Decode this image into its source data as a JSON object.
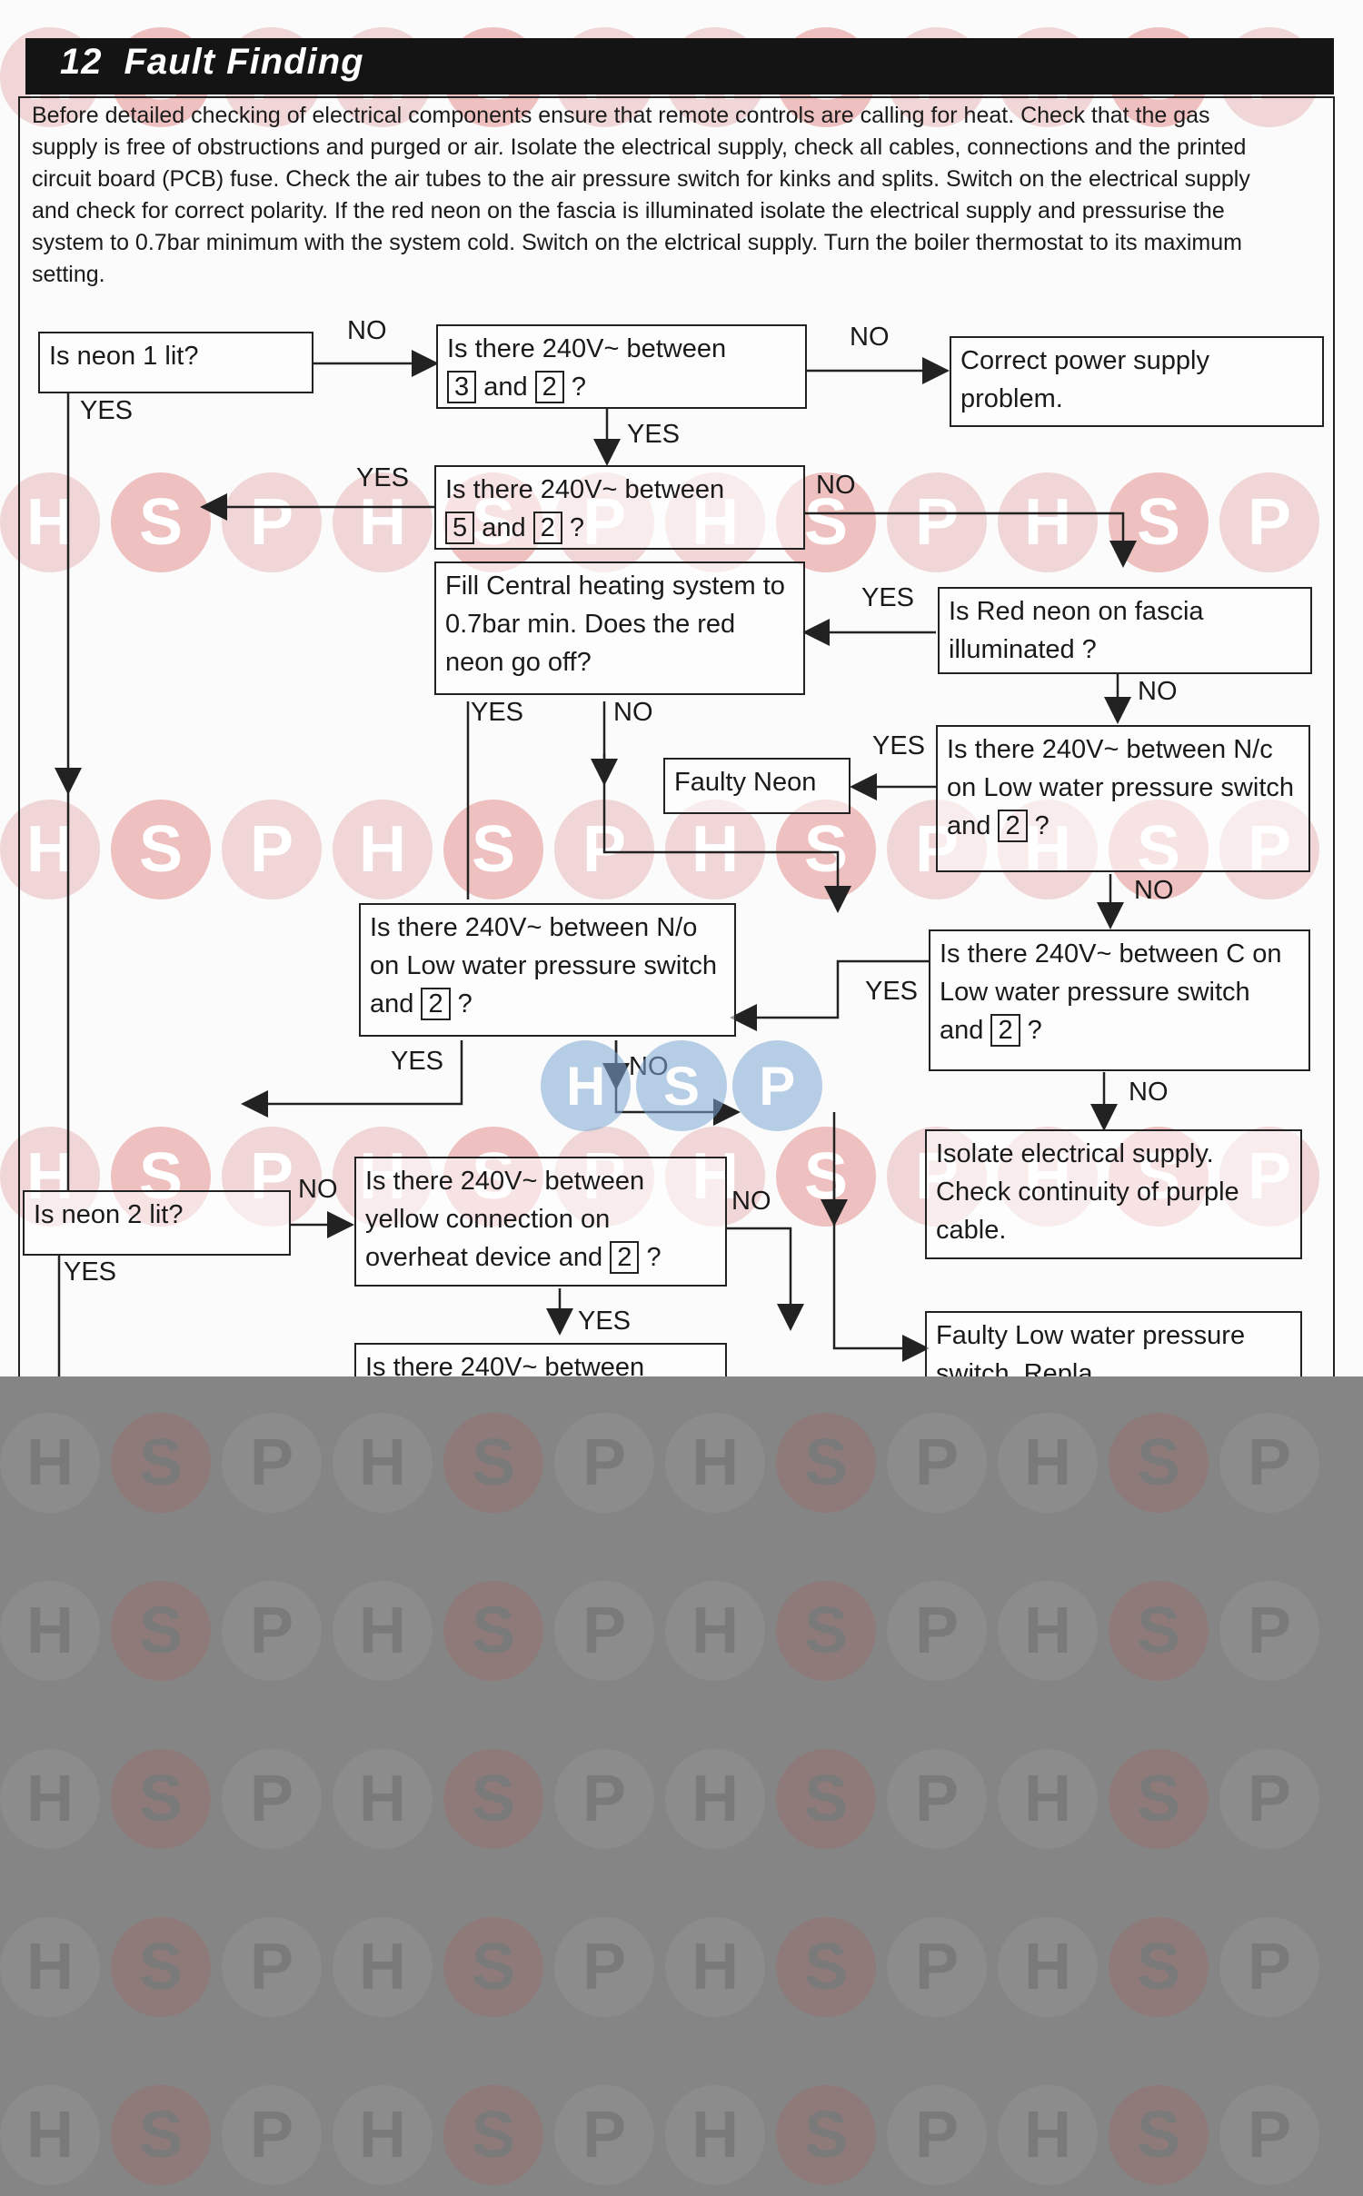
{
  "header": {
    "number": "12",
    "title": "Fault Finding"
  },
  "intro": "Before detailed checking of electrical components ensure that remote controls are calling for heat. Check that the gas supply is free of obstructions and purged or air. Isolate the electrical supply, check all cables, connections and the printed circuit board (PCB) fuse. Check the air tubes to the air pressure switch for kinks and splits. Switch on the electrical supply and check for correct polarity. If the red neon on the fascia is illuminated isolate the electrical supply and pressurise the system to 0.7bar minimum with the system cold. Switch on the elctrical supply. Turn the boiler thermostat to its maximum setting.",
  "watermark": {
    "h": "H",
    "s": "S",
    "p": "P"
  },
  "nodes": {
    "neon1": "Is neon 1 lit?",
    "v32_a": "Is there 240V~ between",
    "v32_n1": "3",
    "v32_and": "and",
    "v32_n2": "2",
    "v32_q": "?",
    "power": "Correct power supply problem.",
    "v52_a": "Is there 240V~ between",
    "v52_n1": "5",
    "v52_and": "and",
    "v52_n2": "2",
    "v52_q": "?",
    "fill": "Fill Central heating system to 0.7bar min. Does the red neon go off?",
    "redneon": "Is Red neon on fascia illuminated ?",
    "faultyneon": "Faulty Neon",
    "nc_a": "Is there 240V~ between N/c on Low water pressure switch and",
    "nc_n": "2",
    "nc_q": "?",
    "no_a": "Is there 240V~ between N/o on Low water pressure switch and",
    "no_n": "2",
    "no_q": "?",
    "c_a": "Is there 240V~ between C on Low water pressure switch and",
    "c_n": "2",
    "c_q": "?",
    "isolate": "Isolate electrical supply. Check continuity of purple cable.",
    "neon2": "Is neon 2 lit?",
    "yellow_a": "Is there 240V~ between yellow connection on overheat device and",
    "yellow_n": "2",
    "yellow_q": "?",
    "faultylw": "Faulty Low water pressure switch. Repla",
    "last": "Is there 240V~ between"
  },
  "labels": {
    "no": "NO",
    "yes": "YES"
  }
}
